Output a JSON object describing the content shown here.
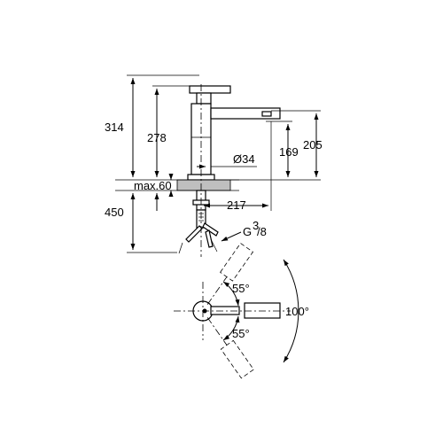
{
  "dimensions": {
    "height_total": "314",
    "height_body": "278",
    "height_spout": "169",
    "height_outlet": "205",
    "diameter": "Ø34",
    "max_thickness": "max.60",
    "hose_length": "450",
    "reach": "217",
    "thread_main": "G",
    "thread_sup": "3",
    "thread_sub": "/8",
    "angle_top": "55°",
    "angle_bottom": "55°",
    "angle_total": "100°"
  }
}
